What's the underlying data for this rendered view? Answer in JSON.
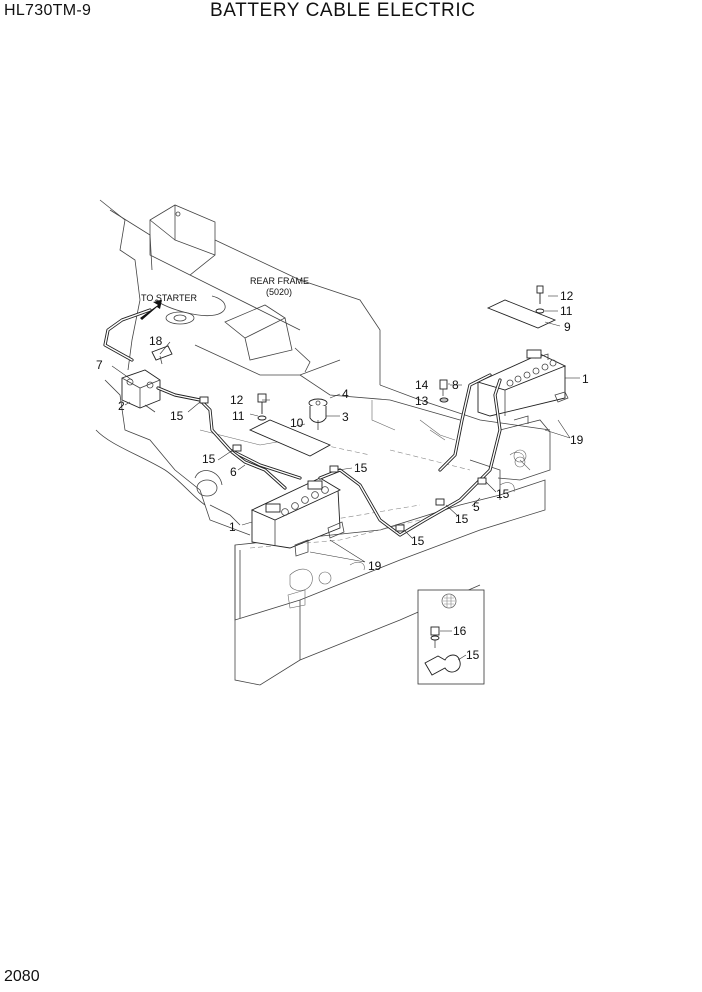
{
  "header": {
    "model": "HL730TM-9",
    "title": "BATTERY CABLE ELECTRIC"
  },
  "footer": {
    "page_number": "2080"
  },
  "diagram": {
    "labels": {
      "rear_frame": "REAR FRAME",
      "rear_frame_code": "(5020)",
      "to_starter": "TO STARTER"
    },
    "callouts": {
      "c1a": "1",
      "c1b": "1",
      "c2": "2",
      "c3": "3",
      "c4": "4",
      "c5": "5",
      "c6": "6",
      "c7": "7",
      "c8": "8",
      "c9": "9",
      "c10": "10",
      "c11a": "11",
      "c11b": "11",
      "c12a": "12",
      "c12b": "12",
      "c13": "13",
      "c14": "14",
      "c15a": "15",
      "c15b": "15",
      "c15c": "15",
      "c15d": "15",
      "c15e": "15",
      "c15f": "15",
      "c16": "16",
      "c18": "18",
      "c19a": "19",
      "c19b": "19"
    },
    "detail": {
      "c16": "16",
      "c15": "15"
    }
  }
}
